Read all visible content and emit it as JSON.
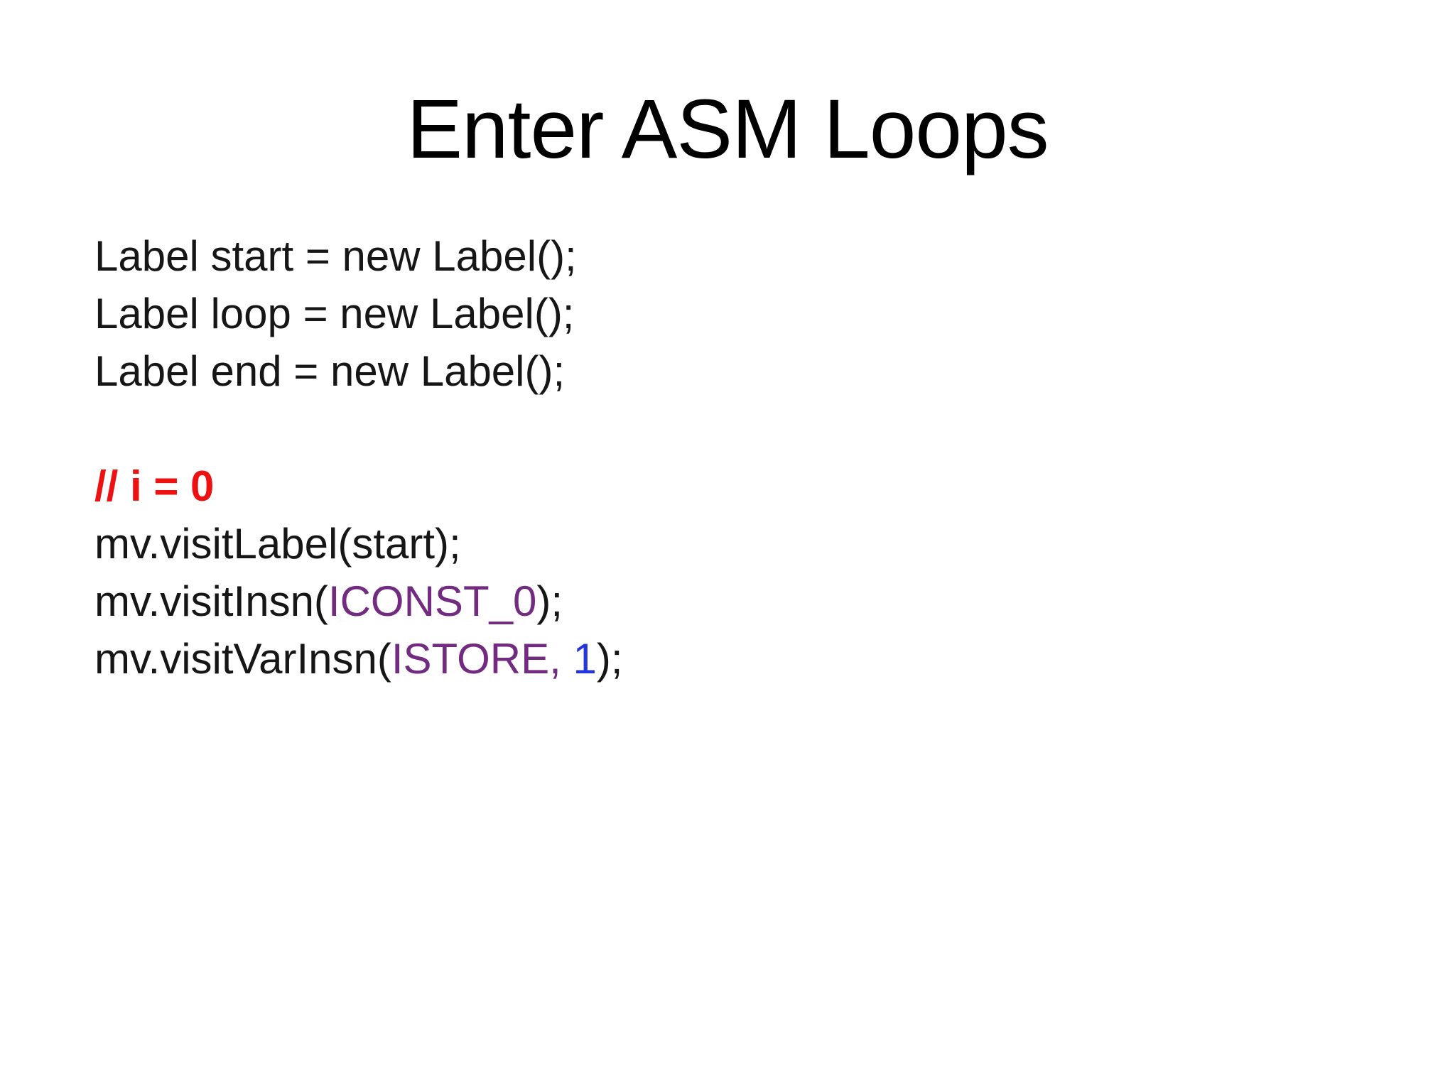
{
  "slide": {
    "title": "Enter ASM Loops",
    "code_lines": [
      {
        "segments": [
          {
            "text": "Label start = new Label();",
            "color": "black",
            "bold": false
          }
        ]
      },
      {
        "segments": [
          {
            "text": "Label loop = new Label();",
            "color": "black",
            "bold": false
          }
        ]
      },
      {
        "segments": [
          {
            "text": "Label end = new Label();",
            "color": "black",
            "bold": false
          }
        ]
      },
      {
        "segments": []
      },
      {
        "segments": [
          {
            "text": "// i = 0",
            "color": "red",
            "bold": true
          }
        ]
      },
      {
        "segments": [
          {
            "text": "mv.visitLabel(start);",
            "color": "black",
            "bold": false
          }
        ]
      },
      {
        "segments": [
          {
            "text": "mv.visitInsn(",
            "color": "black",
            "bold": false
          },
          {
            "text": "ICONST_0",
            "color": "purple",
            "bold": false
          },
          {
            "text": ");",
            "color": "black",
            "bold": false
          }
        ]
      },
      {
        "segments": [
          {
            "text": "mv.visitVarInsn(",
            "color": "black",
            "bold": false
          },
          {
            "text": "ISTORE,",
            "color": "purple",
            "bold": false
          },
          {
            "text": " ",
            "color": "black",
            "bold": false
          },
          {
            "text": "1",
            "color": "blue",
            "bold": false
          },
          {
            "text": ");",
            "color": "black",
            "bold": false
          }
        ]
      }
    ]
  },
  "colors": {
    "black": "#161616",
    "red": "#ee1111",
    "purple": "#722b80",
    "blue": "#2336dd"
  }
}
